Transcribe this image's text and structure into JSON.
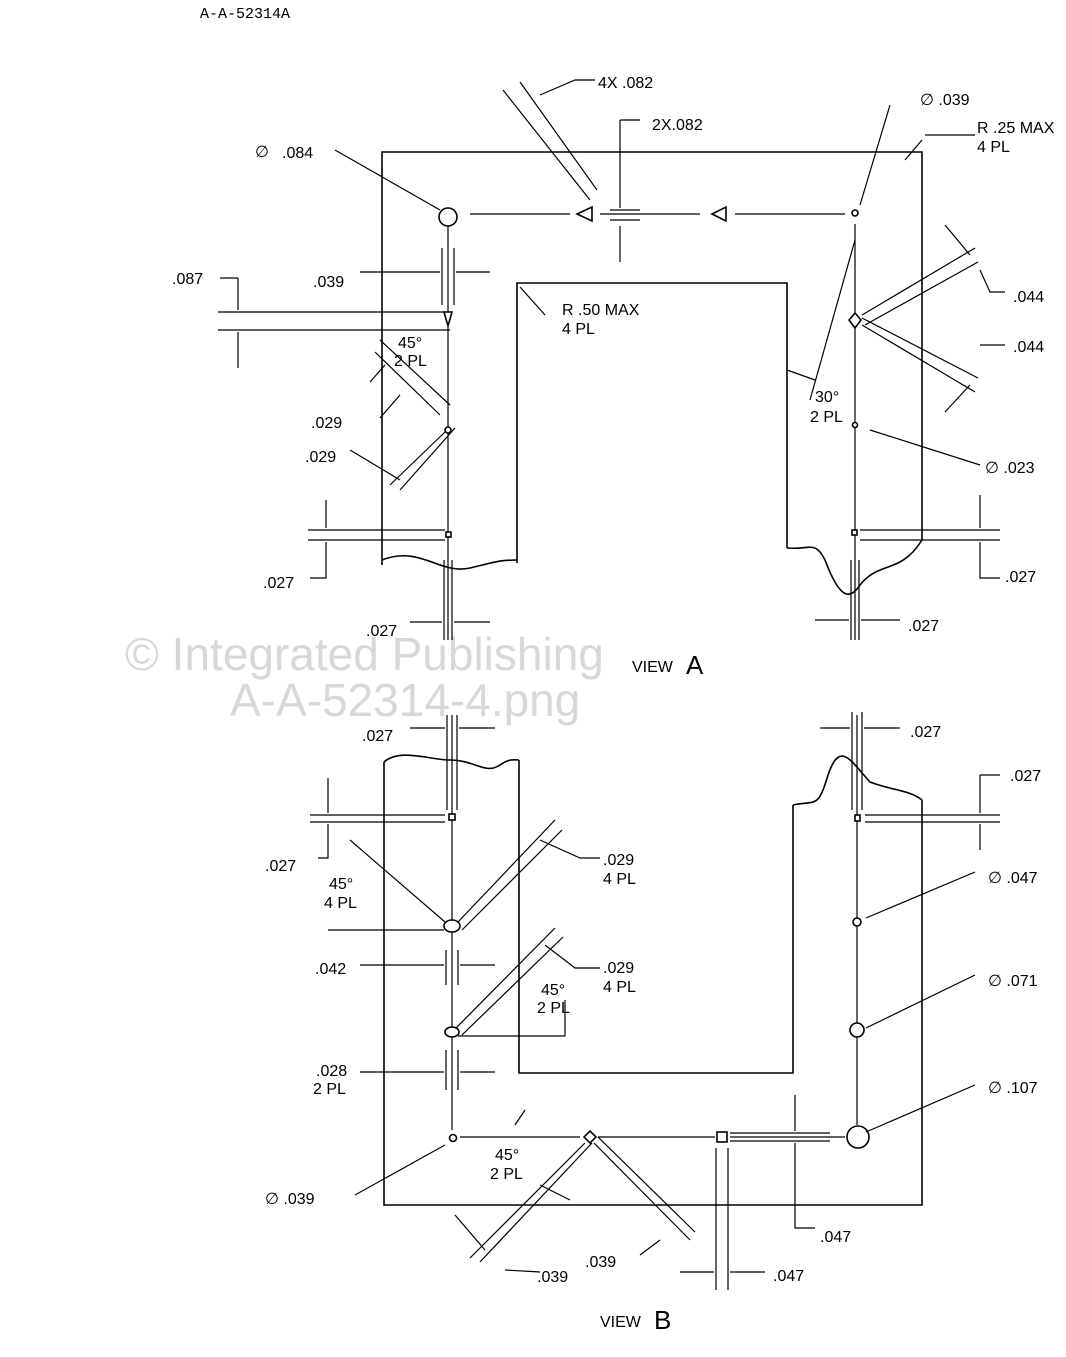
{
  "header": {
    "doc_id": "A-A-52314A"
  },
  "watermark": {
    "line1": "© Integrated Publishing",
    "line2": "A-A-52314-4.png"
  },
  "view_a": {
    "title_prefix": "VIEW",
    "title_letter": "A",
    "labels": {
      "x4_082": "4X .082",
      "x2_082": "2X.082",
      "dia_039": "∅ .039",
      "r25": "R .25 MAX",
      "r25_pl": "4 PL",
      "dia_084": ".084",
      "dia_084_sym": "∅",
      "d087": ".087",
      "d039": ".039",
      "r50": "R .50 MAX",
      "r50_pl": "4 PL",
      "d044a": ".044",
      "d044b": ".044",
      "ang45": "45°",
      "ang45_pl": "2 PL",
      "d029a": ".029",
      "d029b": ".029",
      "ang30": "30°",
      "ang30_pl": "2 PL",
      "dia_023": "∅ .023",
      "d027l": ".027",
      "d027r": ".027",
      "d027bl": ".027",
      "d027br": ".027"
    }
  },
  "view_b": {
    "title_prefix": "VIEW",
    "title_letter": "B",
    "labels": {
      "d027tl": ".027",
      "d027tr": ".027",
      "d027r": ".027",
      "d027l": ".027",
      "d029a": ".029",
      "d029a_pl": "4 PL",
      "ang45a": "45°",
      "ang45a_pl": "4 PL",
      "dia_047": "∅ .047",
      "d042": ".042",
      "d029b": ".029",
      "d029b_pl": "4 PL",
      "ang45b": "45°",
      "ang45b_pl": "2 PL",
      "dia_071": "∅ .071",
      "d028": ".028",
      "d028_pl": "2 PL",
      "dia_107": "∅ .107",
      "ang45c": "45°",
      "ang45c_pl": "2 PL",
      "dia_039": "∅ .039",
      "d047r": ".047",
      "d039a": ".039",
      "d039b": ".039",
      "d047b": ".047"
    }
  }
}
